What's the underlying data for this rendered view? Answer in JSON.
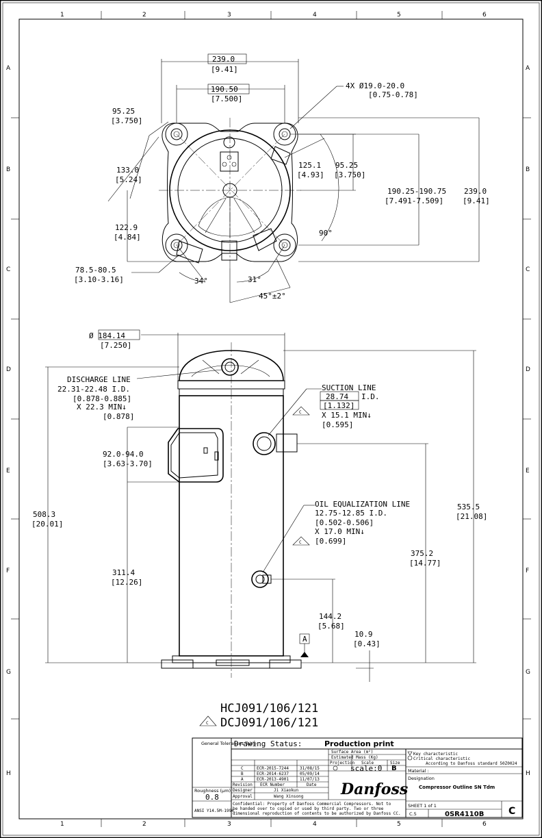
{
  "zones": {
    "cols": [
      "1",
      "2",
      "3",
      "4",
      "5",
      "6"
    ],
    "rows": [
      "A",
      "B",
      "C",
      "D",
      "E",
      "F",
      "G",
      "H"
    ]
  },
  "top_view": {
    "dim_overall_w": "239.0",
    "dim_overall_w_in": "[9.41]",
    "dim_bolt_w": "190.50",
    "dim_bolt_w_in": "[7.500]",
    "dim_holes": "4X Ø19.0-20.0",
    "dim_holes_in": "[0.75-0.78]",
    "dim_left_9525": "95.25",
    "dim_left_9525_in": "[3.750]",
    "dim_1330": "133.0",
    "dim_1330_in": "[5.24]",
    "dim_1229": "122.9",
    "dim_1229_in": "[4.84]",
    "dim_785": "78.5-80.5",
    "dim_785_in": "[3.10-3.16]",
    "dim_1251": "125.1",
    "dim_1251_in": "[4.93]",
    "dim_right_9525": "95.25",
    "dim_right_9525_in": "[3.750]",
    "dim_19025": "190.25-190.75",
    "dim_19025_in": "[7.491-7.509]",
    "dim_overall_h": "239.0",
    "dim_overall_h_in": "[9.41]",
    "angle_90": "90°",
    "angle_34": "34°",
    "angle_31": "31°",
    "angle_45": "45°±2°"
  },
  "side_view": {
    "dia": "Ø 184.14",
    "dia_in": "[7.250]",
    "discharge": [
      "DISCHARGE LINE",
      "22.31-22.48 I.D.",
      "[0.878-0.885]",
      "X 22.3 MIN↓",
      "[0.878]"
    ],
    "suction": [
      "SUCTION LINE",
      "28.74",
      "I.D.",
      "[1.132]",
      "X 15.1 MIN↓",
      "[0.595]"
    ],
    "oil": [
      "OIL EQUALIZATION LINE",
      "12.75-12.85 I.D.",
      "[0.502-0.506]",
      "X 17.0 MIN↓",
      "[0.699]"
    ],
    "dim_920": "92.0-94.0",
    "dim_920_in": "[3.63-3.70]",
    "dim_5083": "508.3",
    "dim_5083_in": "[20.01]",
    "dim_3114": "311.4",
    "dim_3114_in": "[12.26]",
    "dim_5355": "535.5",
    "dim_5355_in": "[21.08]",
    "dim_3752": "375.2",
    "dim_3752_in": "[14.77]",
    "dim_1442": "144.2",
    "dim_1442_in": "[5.68]",
    "dim_109": "10.9",
    "dim_109_in": "[0.43]",
    "datum": "A",
    "rev_c": "C"
  },
  "models": {
    "line1": "HCJ091/106/121",
    "line2": "DCJ091/106/121"
  },
  "title_block": {
    "gen_tol": "General Tolerances Table",
    "drawing_status_label": "Drawing Status:",
    "drawing_status": "Production print",
    "surface_area": "Surface Area (m²)",
    "est_mass": "Estimated Mass (Kg)",
    "projection": "Projection",
    "scale_label": "Scale",
    "size_label": "Size",
    "scale": "scale:0",
    "size": "B",
    "revisions": [
      {
        "rev": "C",
        "ecr": "ECR-2015-7244",
        "date": "31/08/15"
      },
      {
        "rev": "B",
        "ecr": "ECR-2014-6237",
        "date": "05/09/14"
      },
      {
        "rev": "A",
        "ecr": "ECR-2013-4901",
        "date": "11/07/13"
      }
    ],
    "rev_hdr": "Revision",
    "ecr_hdr": "ECR Number",
    "date_hdr": "Date",
    "designer_label": "Designer",
    "designer": "Ji Xiaokun",
    "approval_label": "Approval",
    "approval": "Wang Xinsong",
    "roughness_label": "Roughness (μm)",
    "roughness": "0.8",
    "ansi": "ANSI Y14.5M-1994",
    "confidential": [
      "Confidential: Property of Danfoss Commercial Compressors. Not to",
      "be handed over to copied or used by third party. Two or three",
      "dimensional reproduction of contents to be authorized by Danfoss CC."
    ],
    "key_char": "Key characteristic",
    "crit_char": "Critical characteristic",
    "standard": "According to Danfoss standard 50Z0024",
    "material_label": "Material :",
    "designation_label": "Designation",
    "designation": "Compressor Outline SN Tdm",
    "sheet": "SHEET 1 of 1",
    "class": "C.5",
    "drawing_no": "0SR4110B",
    "rev": "C",
    "brand": "Danfoss"
  }
}
